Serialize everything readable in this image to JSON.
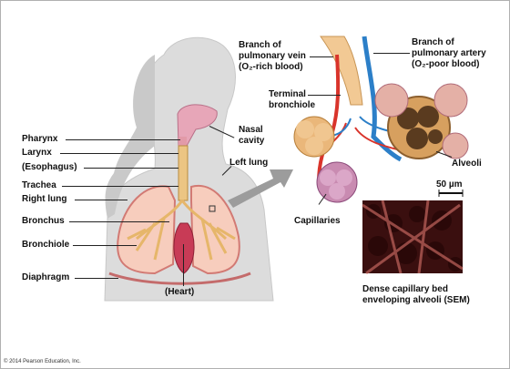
{
  "labels": {
    "pharynx": "Pharynx",
    "larynx": "Larynx",
    "esophagus": "(Esophagus)",
    "trachea": "Trachea",
    "right_lung": "Right lung",
    "bronchus": "Bronchus",
    "bronchiole": "Bronchiole",
    "diaphragm": "Diaphragm",
    "heart": "(Heart)",
    "nasal_cavity": [
      "Nasal",
      "cavity"
    ],
    "left_lung": "Left lung",
    "branch_vein": [
      "Branch of",
      "pulmonary vein",
      "(O₂-rich blood)"
    ],
    "branch_artery": [
      "Branch of",
      "pulmonary artery",
      "(O₂-poor blood)"
    ],
    "terminal_bronchiole": [
      "Terminal",
      "bronchiole"
    ],
    "alveoli": "Alveoli",
    "capillaries": "Capillaries",
    "scale_bar": "50 µm",
    "sem_caption": [
      "Dense capillary bed",
      "enveloping alveoli (SEM)"
    ]
  },
  "copyright": "© 2014 Pearson Education, Inc.",
  "colors": {
    "body_fill": "#d9d9d9",
    "lung_fill": "#f5c8b8",
    "airway": "#e8c07a",
    "vein": "#d9342b",
    "artery": "#2c7fc8",
    "alveoli": "#c99a58",
    "sem_bg": "#3a0f0f"
  }
}
